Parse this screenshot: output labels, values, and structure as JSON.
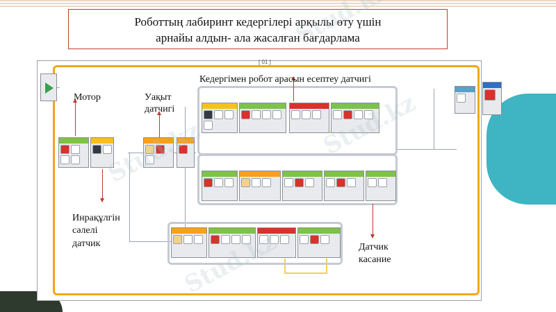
{
  "slide": {
    "title_line1": "Роботтың лабиринт  кедергілері арқылы өту үшін",
    "title_line2": "арнайы алдын- ала жасалған бағдарлама",
    "colors": {
      "accent_red": "#c0392b",
      "teal": "#3fb4c2",
      "loop_orange": "#f0a818"
    }
  },
  "program": {
    "loop_label": "01",
    "annotations": {
      "motor": "Мотор",
      "timer_line1": "Уақыт",
      "timer_line2": "датчигі",
      "ultrasonic": "Кедергімен робот арасын есептеу датчигі",
      "infrared_line1": "Инрақұлгін",
      "infrared_line2": "сәлелі",
      "infrared_line3": "датчик",
      "touch_line1": "Датчик",
      "touch_line2": "касание"
    },
    "watermark": "Stud.kz"
  }
}
